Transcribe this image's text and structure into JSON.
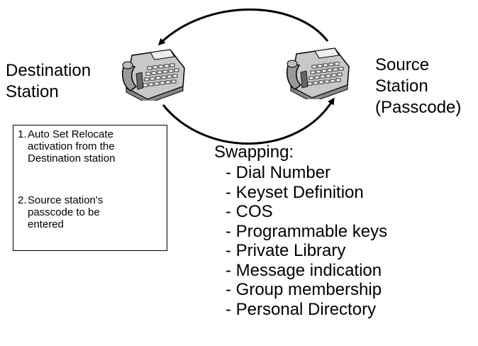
{
  "destination": {
    "label_line1": "Destination",
    "label_line2": "Station"
  },
  "source": {
    "label_line1": "Source",
    "label_line2": "Station",
    "label_line3": "(Passcode)"
  },
  "note": {
    "items": [
      {
        "number": "1.",
        "text": "Auto Set Relocate\nactivation from the\nDestination station"
      },
      {
        "number": "2.",
        "text": "Source station's\npasscode to be\nentered"
      }
    ]
  },
  "swapping": {
    "title": "Swapping:",
    "items": [
      "- Dial Number",
      "- Keyset Definition",
      "- COS",
      "- Programmable keys",
      "- Private Library",
      "- Message indication",
      "- Group membership",
      "- Personal Directory"
    ]
  }
}
